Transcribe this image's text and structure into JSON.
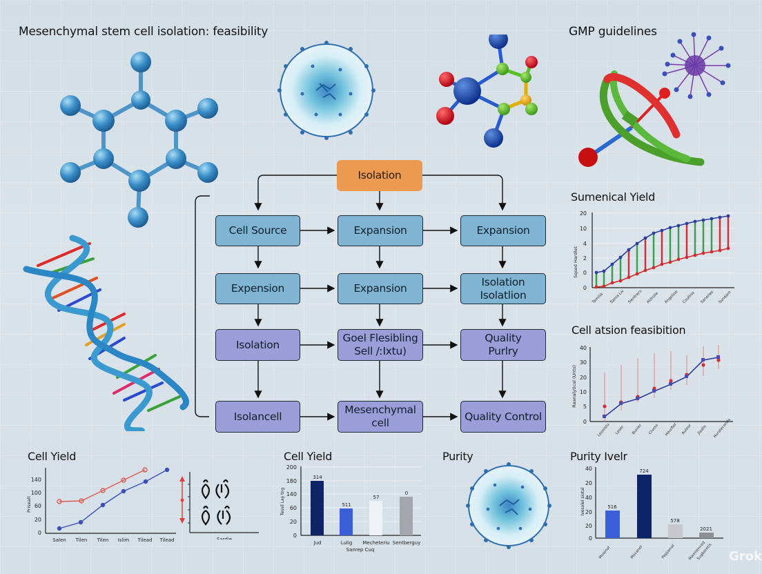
{
  "header": {
    "title": "Mesenchymal stem cell isolation: feasibility",
    "gmp_label": "GMP guidelines"
  },
  "illustrations": {
    "hex_molecule": "hexagonal-molecule-icon",
    "cell_top": "cell-icon",
    "colored_molecule": "colored-molecule-icon",
    "protein": "protein-ring-icon",
    "nanoparticle": "nanoparticle-icon",
    "dna": "dna-helix-icon",
    "cell_bottom": "cell-icon"
  },
  "flowchart": {
    "root": {
      "label": "Isolation",
      "color": "#ec9a52"
    },
    "nodes": [
      {
        "id": "r1c1",
        "label": "Cell Source",
        "color": "#7fb4d2"
      },
      {
        "id": "r1c2",
        "label": "Expansion",
        "color": "#7fb4d2"
      },
      {
        "id": "r1c3",
        "label": "Expansion",
        "color": "#7fb4d2"
      },
      {
        "id": "r2c1",
        "label": "Expension",
        "color": "#7fb4d2"
      },
      {
        "id": "r2c2",
        "label": "Expansion",
        "color": "#7fb4d2"
      },
      {
        "id": "r2c3",
        "label": "Isolation\nIsolatlion",
        "color": "#7fb4d2"
      },
      {
        "id": "r3c1",
        "label": "Isolation",
        "color": "#9a9dd8"
      },
      {
        "id": "r3c2",
        "label": "Goel Flesibling\nSell /ːIxtu)",
        "color": "#9a9dd8"
      },
      {
        "id": "r3c3",
        "label": "Quality\nPurlry",
        "color": "#9a9dd8"
      },
      {
        "id": "r4c1",
        "label": "Isolancell",
        "color": "#9a9dd8"
      },
      {
        "id": "r4c2",
        "label": "Mesenchymal\ncell",
        "color": "#9a9dd8"
      },
      {
        "id": "r4c3",
        "label": "Quality Control",
        "color": "#9a9dd8"
      }
    ]
  },
  "sections": {
    "sumenical_yield": "Sumenical Yield",
    "cell_feasibility": "Cell atsion feasibition",
    "cell_yield_line": "Cell Yield",
    "cell_yield_bar": "Cell Yield",
    "purity": "Purity",
    "purity_level": "Purity Ivelr"
  },
  "watermark": "Grok",
  "chart_data": [
    {
      "type": "line",
      "title": "Sumenical Yield",
      "ylabel": "Sqsed Hardlet",
      "yticks": [
        "0",
        "0",
        "2",
        "4",
        "10",
        "20"
      ],
      "x": [
        1,
        2,
        3,
        4,
        5,
        6,
        7,
        8,
        9,
        10,
        11,
        12,
        13,
        14,
        15,
        16,
        17
      ],
      "series": [
        {
          "name": "upper",
          "color": "#2a3f9e",
          "values": [
            0.8,
            0.9,
            1.2,
            1.7,
            2.2,
            2.7,
            3.3,
            3.8,
            4.1,
            4.4,
            4.6,
            4.8,
            5.0,
            5.15,
            5.25,
            5.35,
            5.4
          ]
        },
        {
          "name": "lower",
          "color": "#d42a2a",
          "values": [
            0.0,
            0.05,
            0.25,
            0.45,
            0.7,
            0.95,
            1.2,
            1.45,
            1.7,
            1.95,
            2.15,
            2.35,
            2.5,
            2.65,
            2.75,
            2.85,
            2.95
          ]
        }
      ],
      "ylim": [
        0,
        5.5
      ],
      "grid": true
    },
    {
      "type": "line",
      "title": "Cell atsion feasibition",
      "ylabel": "Raanalytical (Unts)",
      "yticks": [
        "0",
        "5",
        "10",
        "20",
        "30",
        "40"
      ],
      "x": [
        1,
        2,
        3,
        4,
        5,
        6,
        7,
        8
      ],
      "series": [
        {
          "name": "mean",
          "color": "#2a3a9e",
          "values": [
            2,
            8,
            10,
            14,
            19,
            25,
            35,
            37
          ]
        },
        {
          "name": "points",
          "color": "#d43030",
          "values": [
            6,
            8.5,
            12,
            17,
            22,
            26,
            32,
            35
          ]
        }
      ],
      "error_upper": [
        9,
        14,
        21,
        25,
        29,
        32,
        40,
        41
      ],
      "error_lower": [
        0,
        3,
        5.5,
        6.5,
        9,
        15,
        21,
        26
      ],
      "ylim": [
        0,
        40
      ]
    },
    {
      "type": "line",
      "title": "Cell Yield",
      "ylabel": "Prisealt",
      "yticks": [
        "0",
        "20",
        "60",
        "100",
        "140"
      ],
      "categories": [
        "Salen",
        "Tilen",
        "Tilen",
        "Islim",
        "Tilead",
        "Tilead"
      ],
      "series": [
        {
          "name": "red",
          "color": "#e05a50",
          "values": [
            88,
            88,
            122,
            155,
            178
          ]
        },
        {
          "name": "blue",
          "color": "#3a4fb8",
          "values": [
            5,
            22,
            85,
            120,
            150,
            178
          ]
        }
      ],
      "ylim": [
        0,
        195
      ]
    },
    {
      "type": "bar",
      "title": "Cell Yield",
      "ylabel": "Tessil Lay tng",
      "xlabel": "Sanrep Cuq",
      "yticks": [
        "0",
        "20",
        "60",
        "140",
        "180",
        "200"
      ],
      "categories": [
        "Jud",
        "Lulig",
        "Mecheteriu",
        "Sentberguy"
      ],
      "values": [
        180,
        75,
        95,
        105
      ],
      "labels": [
        "314",
        "511",
        "57",
        "0"
      ],
      "colors": [
        "#0f2468",
        "#3b5fd8",
        "#eef2f6",
        "#a3a7ad"
      ],
      "ylim": [
        0,
        200
      ]
    },
    {
      "type": "bar",
      "title": "Purity Ivelr",
      "ylabel": "Ivesolel siotal",
      "yticks": [
        "0",
        "20",
        "20",
        "40",
        "20",
        "40"
      ],
      "categories": [
        "Mooinal",
        "Mocanel",
        "Pepjamal",
        "Mamistnced Sugberetis"
      ],
      "values": [
        19,
        29,
        6,
        2.5
      ],
      "labels": [
        "516",
        "724",
        "578",
        "2021"
      ],
      "colors": [
        "#3b5fd8",
        "#0f2468",
        "#c4c8cd",
        "#8c9096"
      ],
      "ylim": [
        0,
        33
      ]
    }
  ]
}
